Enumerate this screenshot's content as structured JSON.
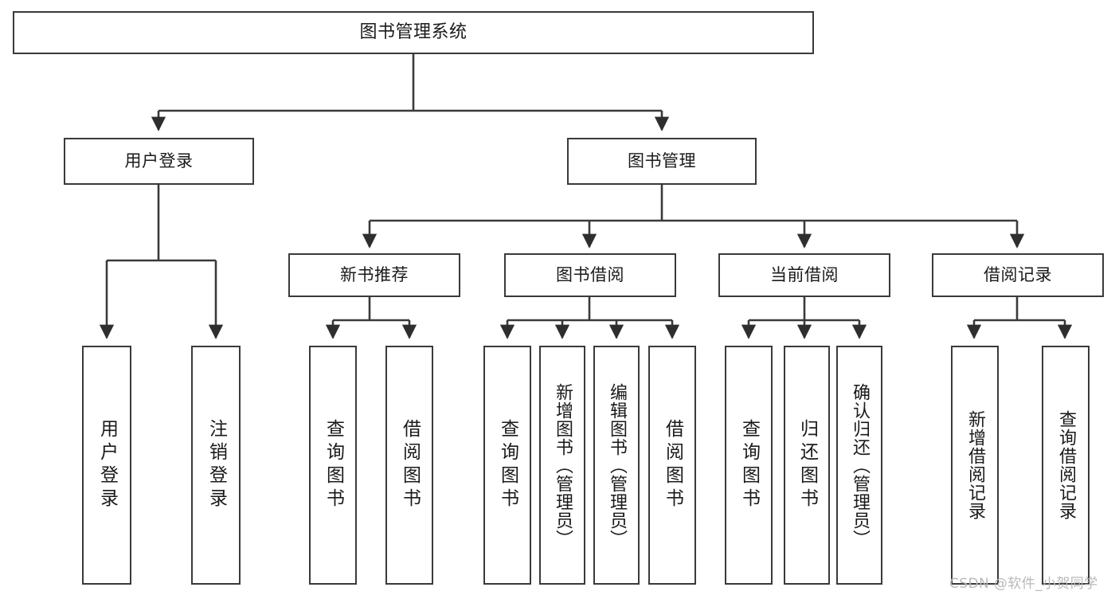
{
  "diagram": {
    "title": "图书管理系统",
    "type": "tree",
    "background": "#ffffff",
    "stroke_color": "#3a3a3c",
    "text_color": "#1a1a1a"
  },
  "nodes": {
    "root": {
      "label": "图书管理系统"
    },
    "level2": [
      {
        "label": "用户登录"
      },
      {
        "label": "图书管理"
      }
    ],
    "level3": [
      {
        "label": "新书推荐"
      },
      {
        "label": "图书借阅"
      },
      {
        "label": "当前借阅"
      },
      {
        "label": "借阅记录"
      }
    ],
    "leaves": {
      "user_login": [
        {
          "label": "用户登录"
        },
        {
          "label": "注销登录"
        }
      ],
      "new_book": [
        {
          "label": "查询图书"
        },
        {
          "label": "借阅图书"
        }
      ],
      "book_borrow": [
        {
          "label": "查询图书"
        },
        {
          "label": "新增图书（管理员）"
        },
        {
          "label": "编辑图书（管理员）"
        },
        {
          "label": "借阅图书"
        }
      ],
      "current_borrow": [
        {
          "label": "查询图书"
        },
        {
          "label": "归还图书"
        },
        {
          "label": "确认归还（管理员）"
        }
      ],
      "borrow_record": [
        {
          "label": "新增借阅记录"
        },
        {
          "label": "查询借阅记录"
        }
      ]
    }
  },
  "watermark": {
    "text": "CSDN @软件_小贺同学",
    "color": "#b9b9b9"
  }
}
